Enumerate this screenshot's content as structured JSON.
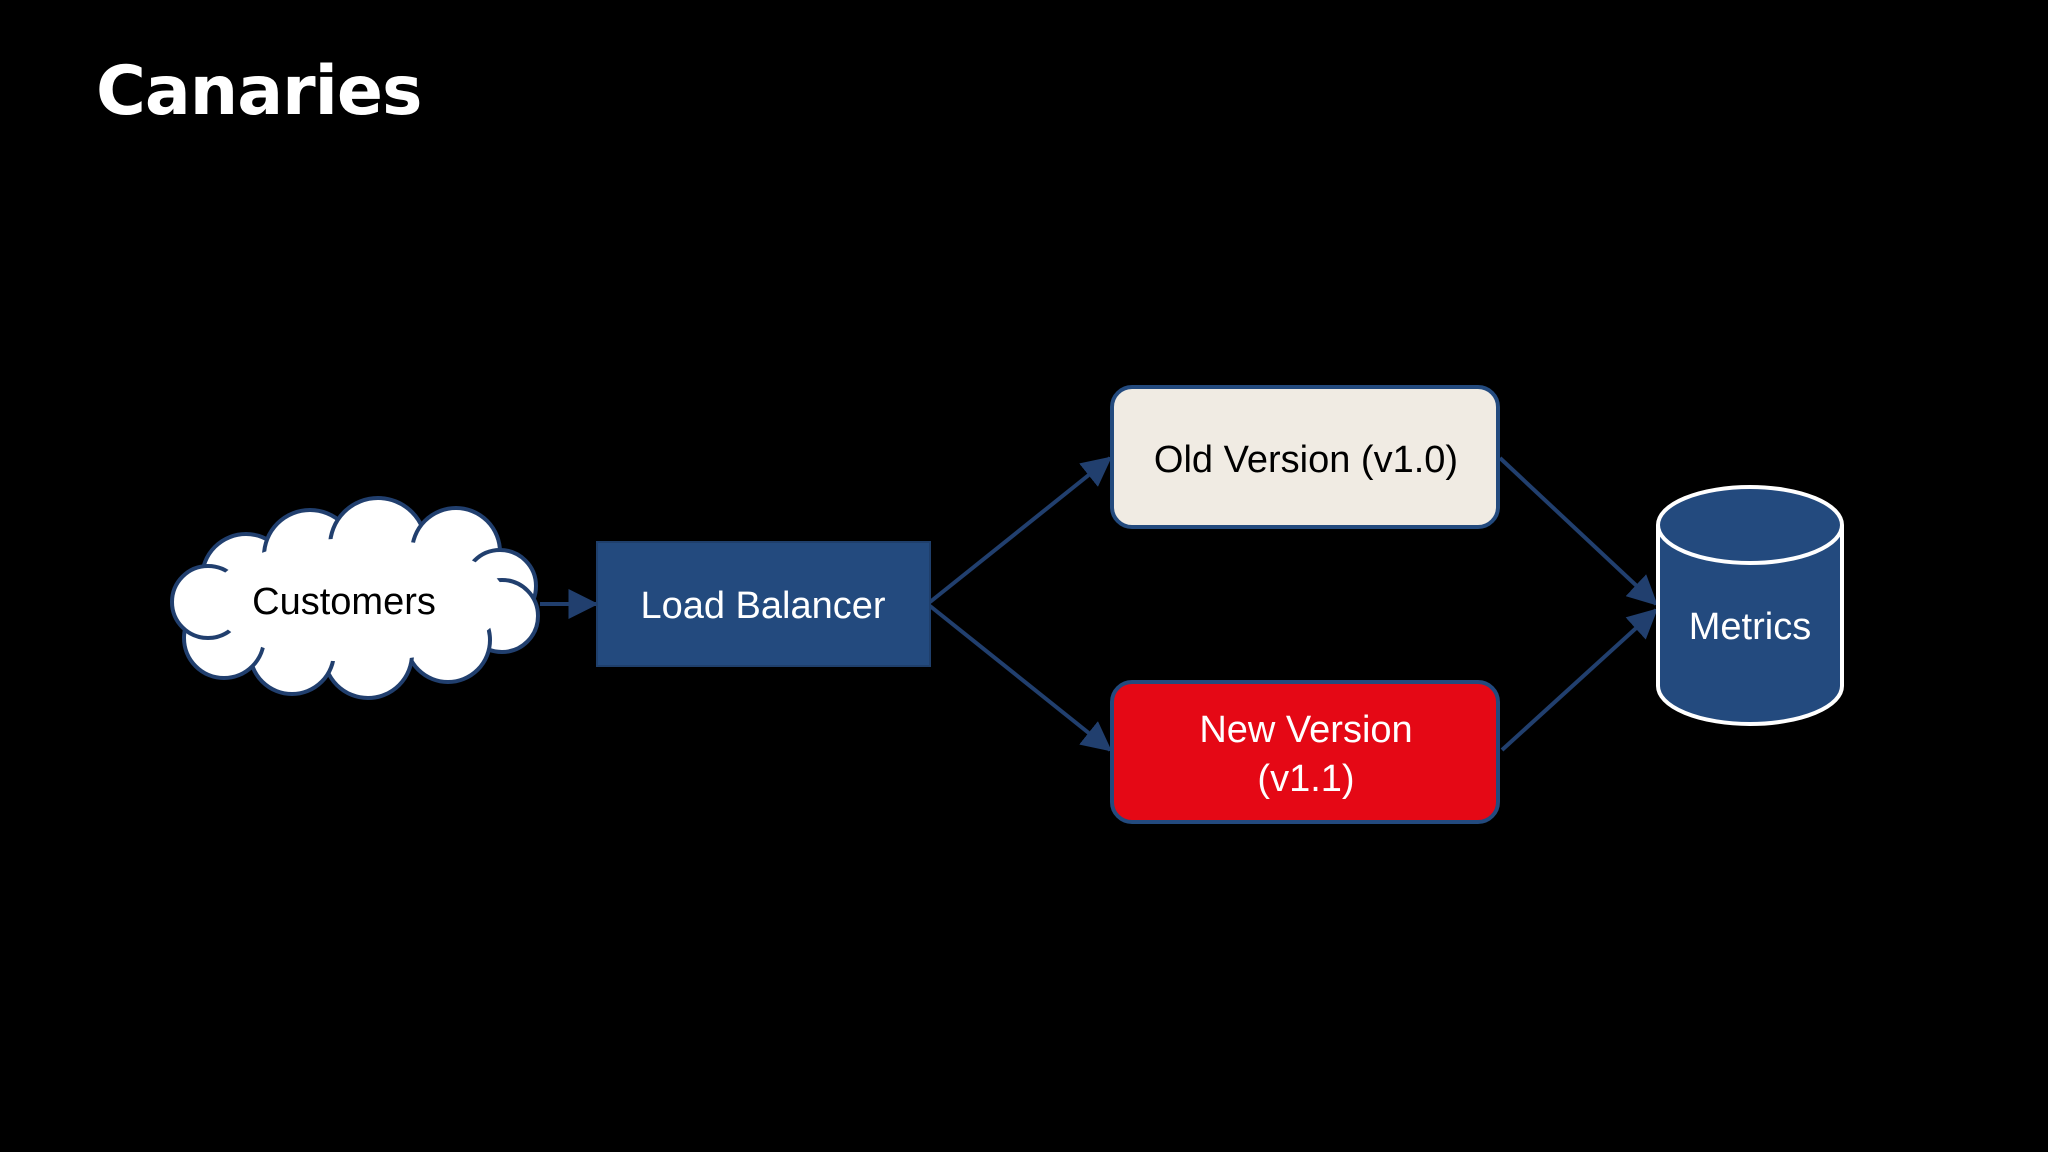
{
  "slide": {
    "title": "Canaries"
  },
  "diagram": {
    "nodes": {
      "customers": {
        "label": "Customers",
        "shape": "cloud",
        "icon": "cloud-icon"
      },
      "load_balancer": {
        "label": "Load Balancer",
        "shape": "rectangle"
      },
      "old_version": {
        "label": "Old Version (v1.0)",
        "shape": "rounded-rectangle"
      },
      "new_version": {
        "label_line1": "New Version",
        "label_line2": "(v1.1)",
        "shape": "rounded-rectangle"
      },
      "metrics": {
        "label": "Metrics",
        "shape": "cylinder",
        "icon": "database-icon"
      }
    },
    "edges": [
      {
        "from": "customers",
        "to": "load_balancer"
      },
      {
        "from": "load_balancer",
        "to": "old_version"
      },
      {
        "from": "load_balancer",
        "to": "new_version"
      },
      {
        "from": "old_version",
        "to": "metrics"
      },
      {
        "from": "new_version",
        "to": "metrics"
      }
    ]
  },
  "colors": {
    "background": "#000000",
    "title": "#ffffff",
    "navy": "#234a7e",
    "navy_border": "#1f3f6b",
    "old_version_fill": "#f0ebe3",
    "new_version_fill": "#e50815",
    "cloud_fill": "#ffffff",
    "arrow": "#213f6e"
  }
}
